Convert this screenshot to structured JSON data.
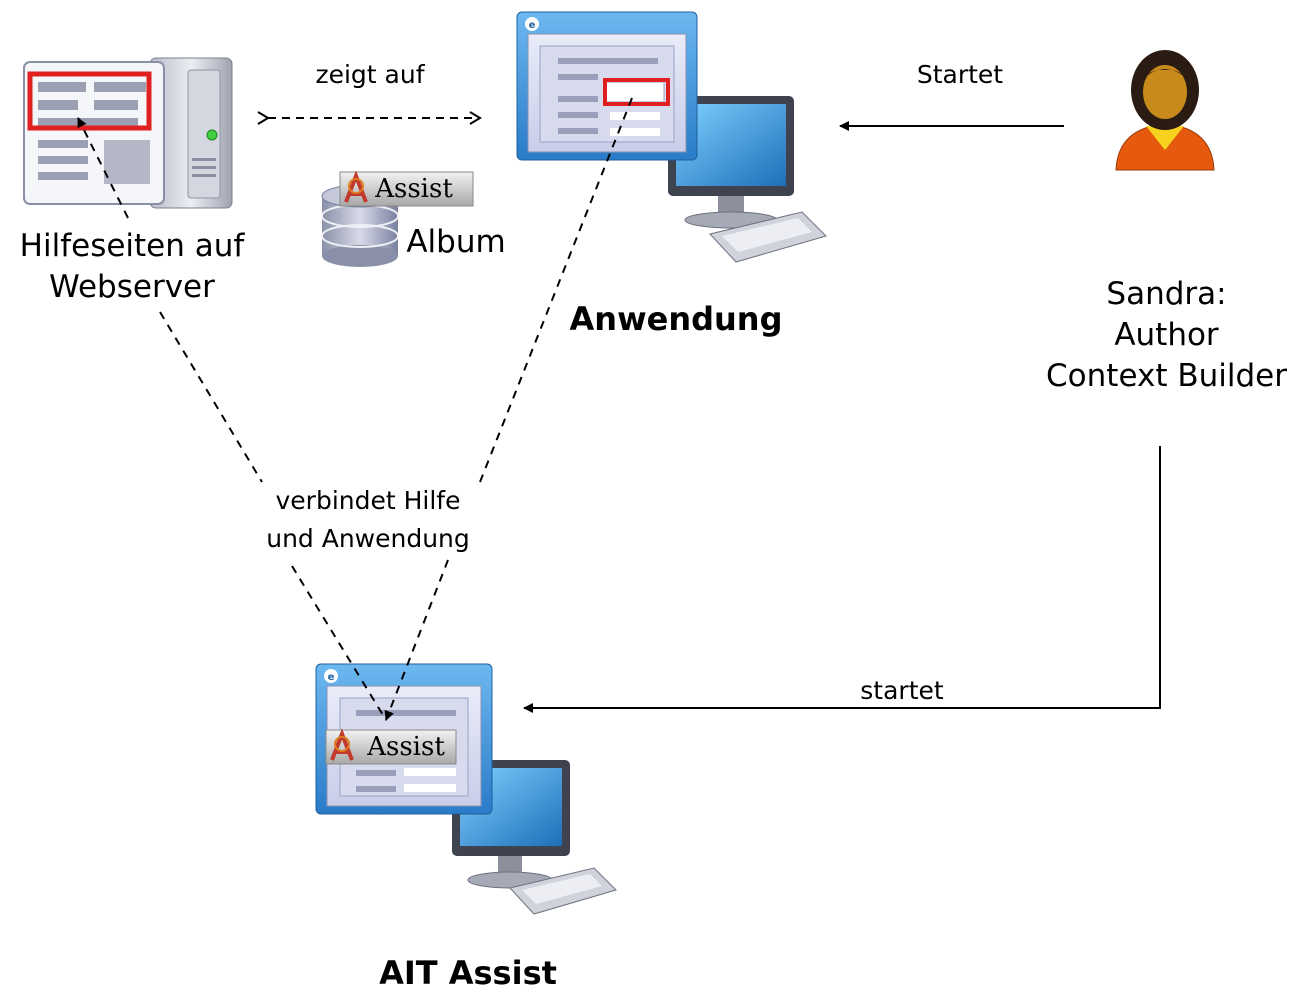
{
  "labels": {
    "webserver_line1": "Hilfeseiten auf",
    "webserver_line2": "Webserver",
    "points_to": "zeigt auf",
    "album": "Album",
    "assist_logo": "Assist",
    "application": "Anwendung",
    "starts_upper": "Startet",
    "person_line1": "Sandra:",
    "person_line2": "Author",
    "person_line3": "Context Builder",
    "connects_line1": "verbindet Hilfe",
    "connects_line2": "und Anwendung",
    "starts_lower": "startet",
    "ait_assist": "AIT Assist"
  },
  "icons": [
    "web-server-icon",
    "database-icon",
    "application-window-icon",
    "monitor-icon",
    "keyboard-icon",
    "person-icon",
    "assist-logo-icon"
  ],
  "colors": {
    "highlight": "#e02020",
    "window_blue": "#3b8fd6",
    "server_gray": "#c9ccd6",
    "person_skin": "#c98a1c",
    "person_shirt": "#e65a10"
  }
}
